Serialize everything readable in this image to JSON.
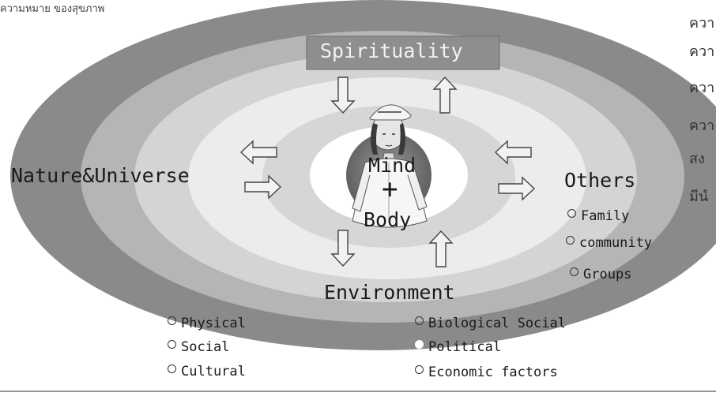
{
  "top_text": "ความหมาย ของสุขภาพ",
  "side_text": [
    "ควา",
    "ควา",
    "ควา",
    "ควา",
    "สง",
    "มีนํ"
  ],
  "spirituality": "Spirituality",
  "nature_universe": "Nature&Universe",
  "mind": "Mind",
  "plus": "+",
  "body": "Body",
  "others": "Others",
  "others_items": [
    "Family",
    "community",
    "Groups"
  ],
  "environment": "Environment",
  "env_left_items": [
    "Physical",
    "Social",
    "Cultural"
  ],
  "env_right_items": [
    "Biological Social",
    "Political",
    "Economic factors"
  ],
  "colors": {
    "outer_ring": "#8a8a8a",
    "ring2": "#b8b8b8",
    "ring3": "#d6d6d6",
    "ring4": "#ebebeb",
    "ring5": "#d8d8d8",
    "center": "#ffffff",
    "core": "#7a7a7a",
    "title_box": "#8e8e8e"
  }
}
